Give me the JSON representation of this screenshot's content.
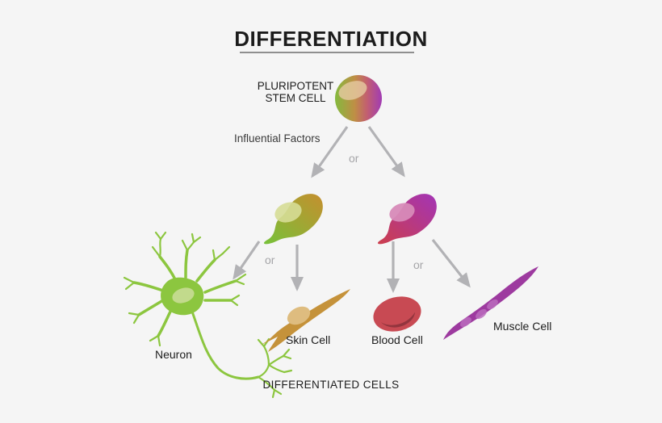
{
  "title": "DIFFERENTIATION",
  "labels": {
    "stem_cell_line1": "PLURIPOTENT",
    "stem_cell_line2": "STEM CELL",
    "influential_factors": "Influential Factors",
    "or": "or",
    "neuron": "Neuron",
    "skin_cell": "Skin Cell",
    "blood_cell": "Blood Cell",
    "muscle_cell": "Muscle Cell",
    "differentiated_cells": "DIFFERENTIATED CELLS"
  },
  "flow": {
    "root": "PLURIPOTENT STEM CELL",
    "branch_label": "or",
    "level1": [
      "progenitor-left (green-orange cell)",
      "progenitor-right (red-purple cell)"
    ],
    "level2": {
      "progenitor-left": [
        "Neuron",
        "Skin Cell"
      ],
      "progenitor-right": [
        "Blood Cell",
        "Muscle Cell"
      ]
    },
    "footer": "DIFFERENTIATED CELLS"
  },
  "colors": {
    "background": "#f5f5f5",
    "title_text": "#1c1c1c",
    "title_underline": "#8f8f8f",
    "arrow": "#b2b2b5",
    "or_text": "#a5a5a8",
    "stem_cell_gradient": [
      "#84ba3e",
      "#bf8e45",
      "#c25f70",
      "#a13bb4"
    ],
    "stem_cell_highlight": "#e6cba2",
    "progenitor_left_gradient": [
      "#77c13a",
      "#c58f2e"
    ],
    "progenitor_left_nucleus": "#d6dd96",
    "progenitor_right_gradient": [
      "#cc3e4d",
      "#a334b6"
    ],
    "progenitor_right_nucleus": "#d78ab8",
    "neuron_green": "#8cc63f",
    "neuron_nucleus": "#c2da8c",
    "skin_cell_tan": "#c5923a",
    "skin_cell_nucleus": "#debc7f",
    "blood_cell_red": "#c84a53",
    "blood_cell_shadow": "#8d333c",
    "muscle_cell_purple": "#9d3a9f",
    "muscle_cell_nucleus": "#bb6cbd"
  }
}
